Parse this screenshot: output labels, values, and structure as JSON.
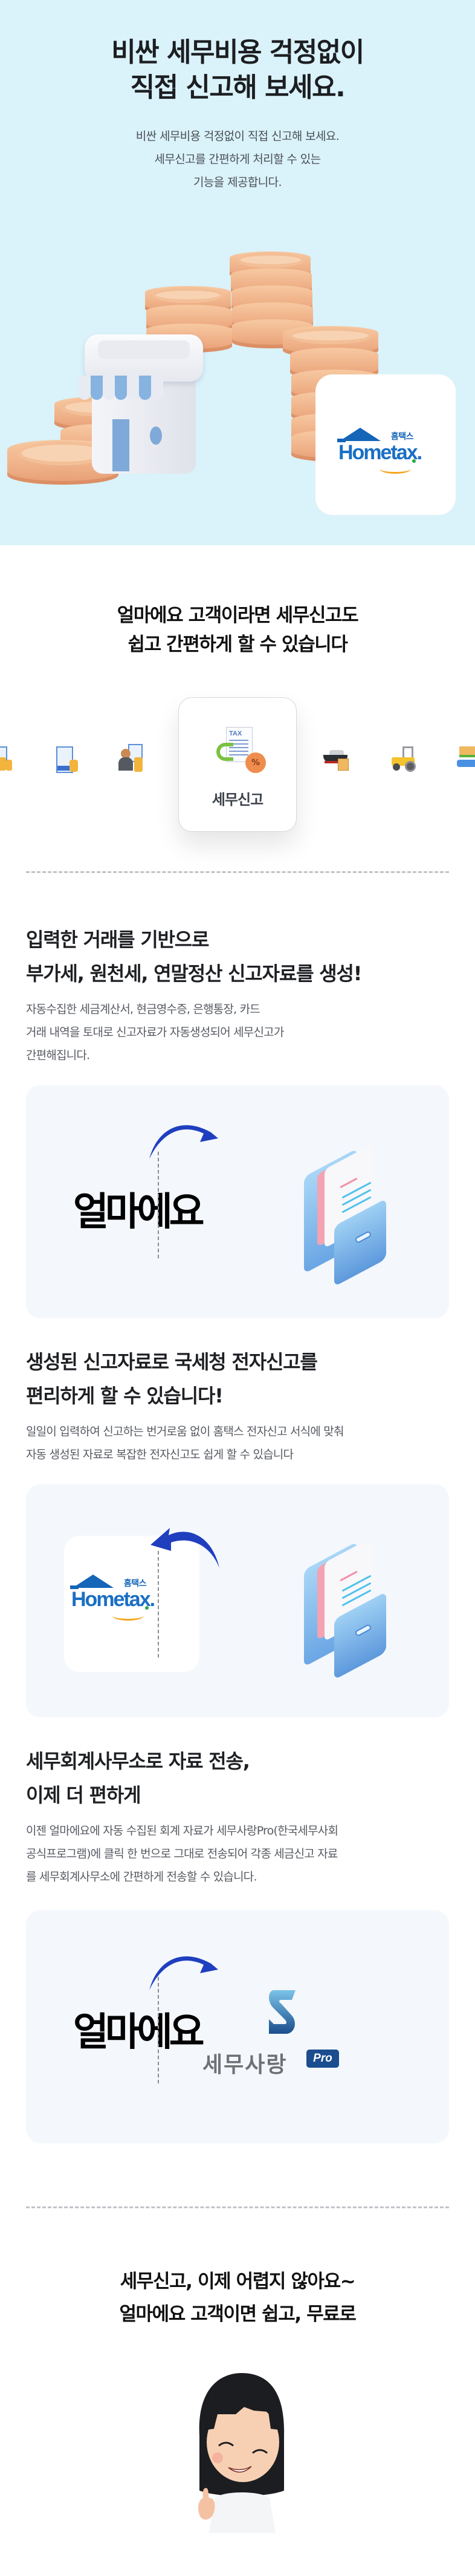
{
  "hero": {
    "title_lines": [
      "비싼 세무비용 걱정없이",
      "직접 신고해 보세요."
    ],
    "subtitle_lines": [
      "비싼 세무비용 걱정없이 직접 신고해 보세요.",
      "세무신고를 간편하게 처리할 수 있는",
      "기능을 제공합니다."
    ],
    "background": "#daf2fa",
    "illustration": "store-with-coins",
    "badge": {
      "logo_kr": "홈택스",
      "logo_en": "Hometax."
    }
  },
  "intro": {
    "title_lines": [
      "얼마에요 고객이라면 세무신고도",
      "쉽고 간편하게 할 수 있습니다"
    ],
    "icons": [
      {
        "name": "tax-invoice-coins-icon"
      },
      {
        "name": "won-document-hand-icon"
      },
      {
        "name": "businessman-coins-icon"
      },
      {
        "name": "tax-report-icon",
        "label": "세무신고",
        "active": true
      },
      {
        "name": "ship-cargo-icon"
      },
      {
        "name": "tractor-icon"
      },
      {
        "name": "conveyor-box-icon"
      }
    ]
  },
  "features": [
    {
      "title_lines": [
        "입력한 거래를 기반으로",
        "부가세, 원천세, 연말정산 신고자료를 생성!"
      ],
      "desc_lines": [
        "자동수집한 세금계산서, 현금영수증, 은행통장, 카드",
        "거래 내역을 토대로 신고자료가 자동생성되어 세무신고가",
        "간편해집니다."
      ],
      "panel": {
        "left_brand": "얼마에요",
        "right": "file-box",
        "arrow": "right"
      }
    },
    {
      "title_lines": [
        "생성된 신고자료로 국세청 전자신고를",
        "편리하게 할 수 있습니다!"
      ],
      "desc_lines": [
        "일일이 입력하여 신고하는 번거로움 없이 홈택스 전자신고 서식에 맞춰",
        "자동 생성된 자료로 복잡한 전자신고도 쉽게 할 수 있습니다"
      ],
      "panel": {
        "left_logo_kr": "홈택스",
        "left_logo_en": "Hometax.",
        "right": "file-box",
        "arrow": "left"
      }
    },
    {
      "title_lines": [
        "세무회계사무소로 자료 전송,",
        "이제 더 편하게"
      ],
      "desc_lines": [
        "이젠 얼마에요에 자동 수집된 회계 자료가 세무사랑Pro(한국세무사회",
        "공식프로그램)에  클릭 한 번으로 그대로 전송되어 각종 세금신고 자료",
        "를 세무회계사무소에 간편하게 전송할 수 있습니다."
      ],
      "panel": {
        "left_brand": "얼마에요",
        "right_logo_text": "세무사랑",
        "right_logo_badge": "Pro",
        "arrow": "right"
      }
    }
  ],
  "closing": {
    "title_lines": [
      "세무신고, 이제 어렵지 않아요~",
      "얼마에요 고객이면 쉽고, 무료로"
    ],
    "illustration": "smiling-girl-thumbs-up"
  },
  "colors": {
    "hero_bg": "#daf2fa",
    "panel_bg": "#f4f7fc",
    "arrow": "#1f3fbf",
    "hometax_blue": "#1565b8",
    "divider": "#c0c3c8"
  }
}
